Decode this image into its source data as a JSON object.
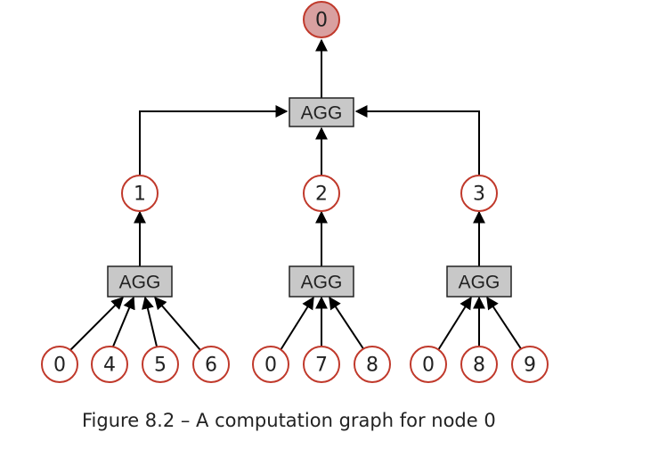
{
  "diagram": {
    "root": "0",
    "top_agg": "AGG",
    "middle_nodes": [
      "1",
      "2",
      "3"
    ],
    "lower_aggs": [
      "AGG",
      "AGG",
      "AGG"
    ],
    "leaf_groups": [
      [
        "0",
        "4",
        "5",
        "6"
      ],
      [
        "0",
        "7",
        "8"
      ],
      [
        "0",
        "8",
        "9"
      ]
    ],
    "colors": {
      "node_stroke": "#c0392b",
      "root_fill": "#d9a0a0",
      "agg_fill": "#c8c8c8",
      "edge": "#000000"
    }
  },
  "caption": "Figure 8.2 – A computation graph for node 0"
}
